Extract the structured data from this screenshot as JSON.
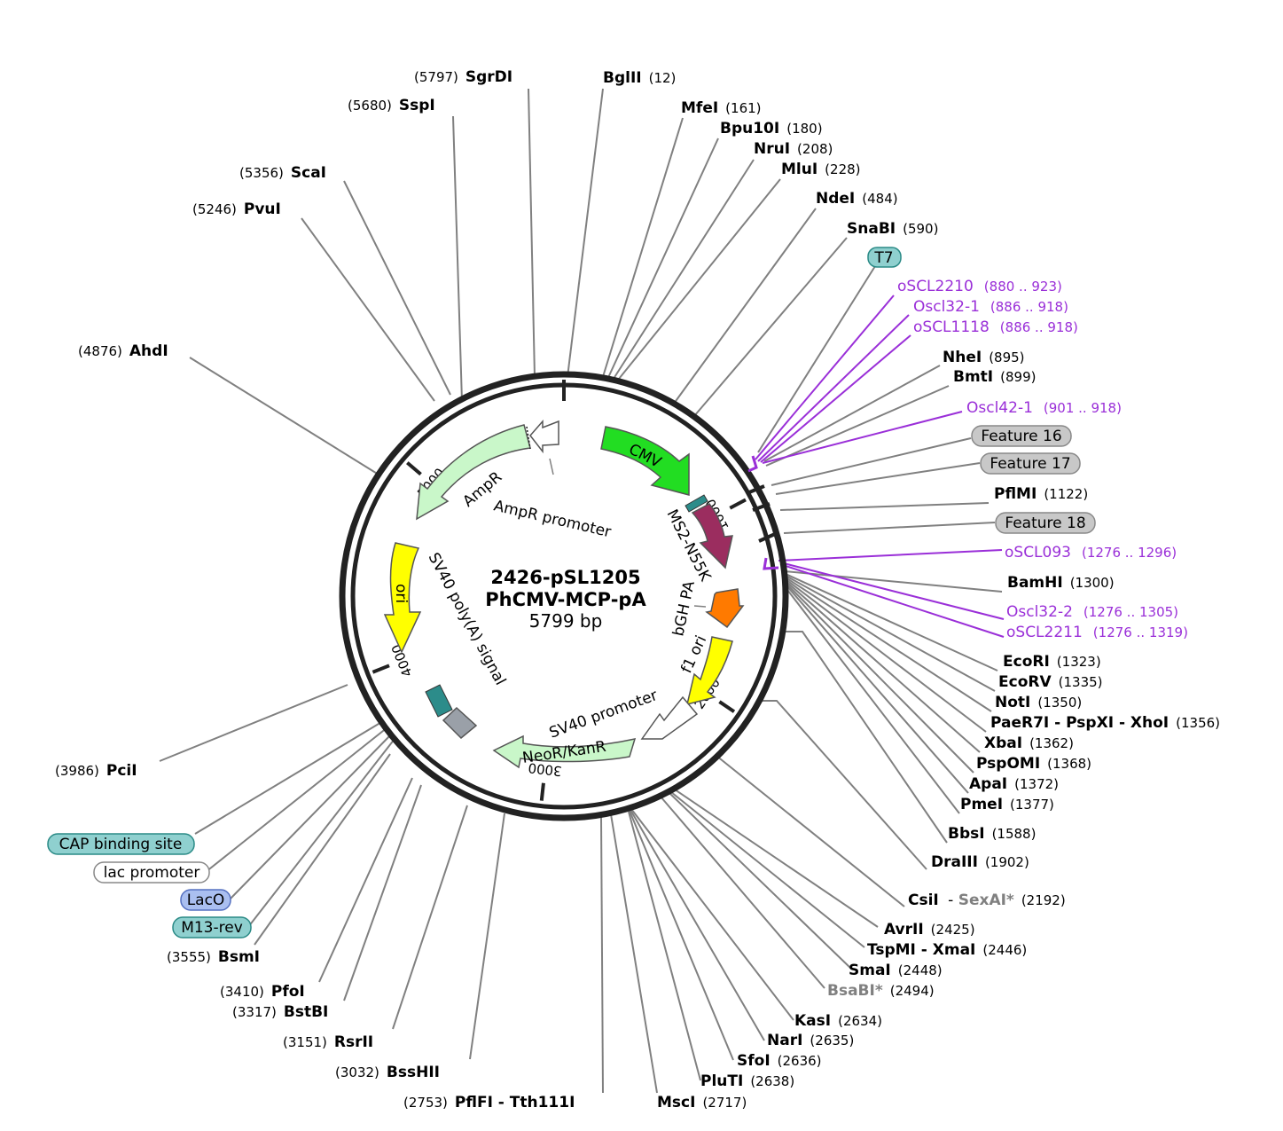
{
  "plasmid": {
    "name_line1": "2426-pSL1205",
    "name_line2": "PhCMV-MCP-pA",
    "length": "5799 bp",
    "total_bp": 5799
  },
  "colors": {
    "backbone": "#222222",
    "site_line": "#808080",
    "primer": "#9a2fd8",
    "cmv": "#22dd22",
    "ms2": "#9b2d5f",
    "bgh": "#ff7a00",
    "yellow": "#ffff00",
    "light_green": "#c9f7c9",
    "white": "#ffffff",
    "grey_feature": "#9aa0a8",
    "teal": "#8fd0cf",
    "feature_grey": "#c8c8c8",
    "laco": "#aabff0"
  },
  "ticks": [
    {
      "label": "1000",
      "bp": 1000
    },
    {
      "label": "2000",
      "bp": 2000
    },
    {
      "label": "3000",
      "bp": 3000
    },
    {
      "label": "4000",
      "bp": 4000
    },
    {
      "label": "5000",
      "bp": 5000
    }
  ],
  "sites": [
    {
      "name": "SgrDI",
      "pos": "(5797)",
      "bp": 5797,
      "side": "left"
    },
    {
      "name": "BglII",
      "pos": "(12)",
      "bp": 12,
      "side": "right"
    },
    {
      "name": "SspI",
      "pos": "(5680)",
      "bp": 5680,
      "side": "left"
    },
    {
      "name": "MfeI",
      "pos": "(161)",
      "bp": 161,
      "side": "right"
    },
    {
      "name": "Bpu10I",
      "pos": "(180)",
      "bp": 180,
      "side": "right"
    },
    {
      "name": "NruI",
      "pos": "(208)",
      "bp": 208,
      "side": "right"
    },
    {
      "name": "MluI",
      "pos": "(228)",
      "bp": 228,
      "side": "right"
    },
    {
      "name": "ScaI",
      "pos": "(5356)",
      "bp": 5356,
      "side": "left"
    },
    {
      "name": "PvuI",
      "pos": "(5246)",
      "bp": 5246,
      "side": "left"
    },
    {
      "name": "NdeI",
      "pos": "(484)",
      "bp": 484,
      "side": "right"
    },
    {
      "name": "SnaBI",
      "pos": "(590)",
      "bp": 590,
      "side": "right"
    },
    {
      "name": "AhdI",
      "pos": "(4876)",
      "bp": 4876,
      "side": "left"
    },
    {
      "name": "NheI",
      "pos": "(895)",
      "bp": 895,
      "side": "right"
    },
    {
      "name": "BmtI",
      "pos": "(899)",
      "bp": 899,
      "side": "right"
    },
    {
      "name": "PflMI",
      "pos": "(1122)",
      "bp": 1122,
      "side": "right"
    },
    {
      "name": "BamHI",
      "pos": "(1300)",
      "bp": 1300,
      "side": "right"
    },
    {
      "name": "EcoRI",
      "pos": "(1323)",
      "bp": 1323,
      "side": "right"
    },
    {
      "name": "EcoRV",
      "pos": "(1335)",
      "bp": 1335,
      "side": "right"
    },
    {
      "name": "NotI",
      "pos": "(1350)",
      "bp": 1350,
      "side": "right"
    },
    {
      "name": "PaeR7I - PspXI - XhoI",
      "pos": "(1356)",
      "bp": 1356,
      "side": "right"
    },
    {
      "name": "XbaI",
      "pos": "(1362)",
      "bp": 1362,
      "side": "right"
    },
    {
      "name": "PspOMI",
      "pos": "(1368)",
      "bp": 1368,
      "side": "right"
    },
    {
      "name": "ApaI",
      "pos": "(1372)",
      "bp": 1372,
      "side": "right"
    },
    {
      "name": "PmeI",
      "pos": "(1377)",
      "bp": 1377,
      "side": "right"
    },
    {
      "name": "BbsI",
      "pos": "(1588)",
      "bp": 1588,
      "side": "right"
    },
    {
      "name": "DraIII",
      "pos": "(1902)",
      "bp": 1902,
      "side": "right"
    },
    {
      "name": "CsiI",
      "name_extra": "SexAI*",
      "pos": "(2192)",
      "bp": 2192,
      "side": "right"
    },
    {
      "name": "AvrII",
      "pos": "(2425)",
      "bp": 2425,
      "side": "right"
    },
    {
      "name": "TspMI - XmaI",
      "pos": "(2446)",
      "bp": 2446,
      "side": "right"
    },
    {
      "name": "SmaI",
      "pos": "(2448)",
      "bp": 2448,
      "side": "right"
    },
    {
      "name": "BsaBI*",
      "pos": "(2494)",
      "bp": 2494,
      "side": "right",
      "dim": true
    },
    {
      "name": "KasI",
      "pos": "(2634)",
      "bp": 2634,
      "side": "right"
    },
    {
      "name": "NarI",
      "pos": "(2635)",
      "bp": 2635,
      "side": "right"
    },
    {
      "name": "SfoI",
      "pos": "(2636)",
      "bp": 2636,
      "side": "right"
    },
    {
      "name": "PluTI",
      "pos": "(2638)",
      "bp": 2638,
      "side": "right"
    },
    {
      "name": "MscI",
      "pos": "(2717)",
      "bp": 2717,
      "side": "right"
    },
    {
      "name": "PflFI - Tth111I",
      "pos": "(2753)",
      "bp": 2753,
      "side": "left"
    },
    {
      "name": "BssHII",
      "pos": "(3032)",
      "bp": 3032,
      "side": "left"
    },
    {
      "name": "RsrII",
      "pos": "(3151)",
      "bp": 3151,
      "side": "left"
    },
    {
      "name": "BstBI",
      "pos": "(3317)",
      "bp": 3317,
      "side": "left"
    },
    {
      "name": "PfoI",
      "pos": "(3410)",
      "bp": 3410,
      "side": "left"
    },
    {
      "name": "BsmI",
      "pos": "(3555)",
      "bp": 3555,
      "side": "left"
    },
    {
      "name": "PciI",
      "pos": "(3986)",
      "bp": 3986,
      "side": "left"
    }
  ],
  "primers": [
    {
      "name": "oSCL2210",
      "range": "(880 .. 923)"
    },
    {
      "name": "Oscl32-1",
      "range": "(886 .. 918)"
    },
    {
      "name": "oSCL1118",
      "range": "(886 .. 918)"
    },
    {
      "name": "Oscl42-1",
      "range": "(901 .. 918)"
    },
    {
      "name": "oSCL093",
      "range": "(1276 .. 1296)"
    },
    {
      "name": "Oscl32-2",
      "range": "(1276 .. 1305)"
    },
    {
      "name": "oSCL2211",
      "range": "(1276 .. 1319)"
    }
  ],
  "badges": [
    {
      "name": "T7"
    },
    {
      "name": "Feature 16"
    },
    {
      "name": "Feature 17"
    },
    {
      "name": "Feature 18"
    },
    {
      "name": "CAP binding site"
    },
    {
      "name": "lac promoter"
    },
    {
      "name": "LacO"
    },
    {
      "name": "M13-rev"
    }
  ],
  "features": [
    {
      "name": "CMV"
    },
    {
      "name": "MS2-N55K"
    },
    {
      "name": "bGH PA"
    },
    {
      "name": "f1 ori"
    },
    {
      "name": "SV40 promoter"
    },
    {
      "name": "NeoR/KanR"
    },
    {
      "name": "SV40 poly(A) signal"
    },
    {
      "name": "ori"
    },
    {
      "name": "AmpR"
    },
    {
      "name": "AmpR promoter"
    }
  ]
}
